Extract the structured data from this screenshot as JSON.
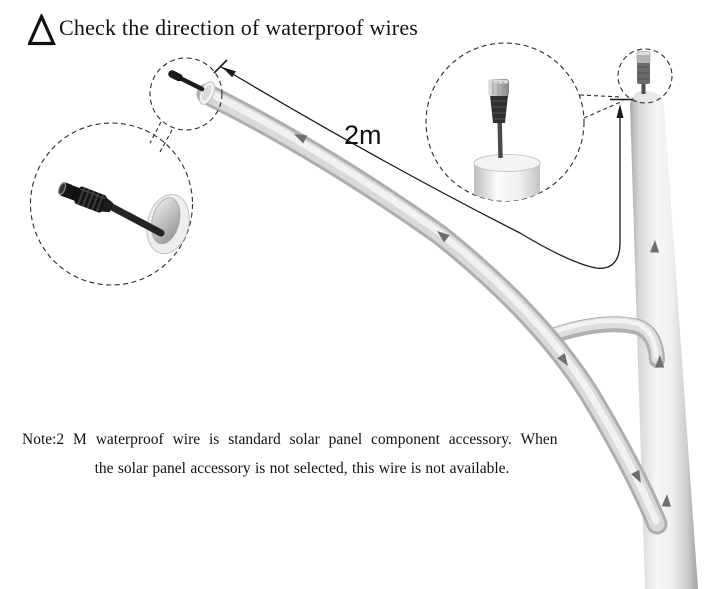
{
  "title": {
    "icon": "warning-triangle",
    "text": "Check the direction of waterproof wires"
  },
  "dimension_label": "2m",
  "note": {
    "line1": "Note:2 M waterproof wire is standard solar panel component accessory. When",
    "line2": "the solar panel accessory is not selected, this wire is not available."
  },
  "colors": {
    "line_black": "#1a1a1a",
    "tube_light": "#f1f1f1",
    "tube_mid": "#d9d9d9",
    "tube_shadow": "#b2b2b2",
    "arrow_gray": "#6e6e6e",
    "connector_black": "#151515",
    "connector_silver": "#b9b9b9"
  }
}
